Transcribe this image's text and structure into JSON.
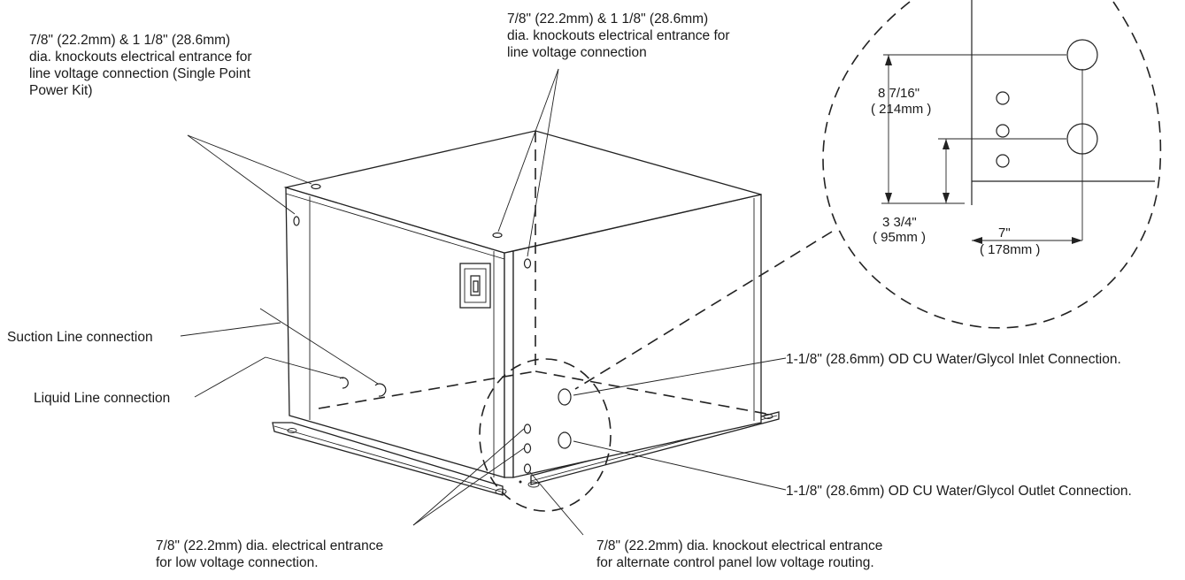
{
  "labels": {
    "top_left": [
      "7/8\" (22.2mm) & 1 1/8\" (28.6mm)",
      "dia. knockouts electrical entrance for",
      "line voltage connection (Single Point",
      "Power Kit)"
    ],
    "top_center": [
      "7/8\" (22.2mm) & 1 1/8\" (28.6mm)",
      "dia. knockouts electrical entrance for",
      "line voltage connection"
    ],
    "suction": "Suction Line connection",
    "liquid": "Liquid Line connection",
    "inlet": "1-1/8\" (28.6mm) OD CU Water/Glycol Inlet Connection.",
    "outlet": "1-1/8\" (28.6mm) OD CU Water/Glycol Outlet Connection.",
    "bottom_left": [
      "7/8\" (22.2mm) dia. electrical entrance",
      "for low voltage connection."
    ],
    "bottom_right": [
      "7/8\" (22.2mm) dia. knockout electrical entrance",
      "for alternate control panel low voltage routing."
    ]
  },
  "dimensions": {
    "vertical_large": {
      "imperial": "8 7/16\"",
      "metric": "214mm"
    },
    "vertical_small": {
      "imperial": "3 3/4\"",
      "metric": "95mm"
    },
    "horizontal": {
      "imperial": "7\"",
      "metric": "178mm"
    }
  }
}
